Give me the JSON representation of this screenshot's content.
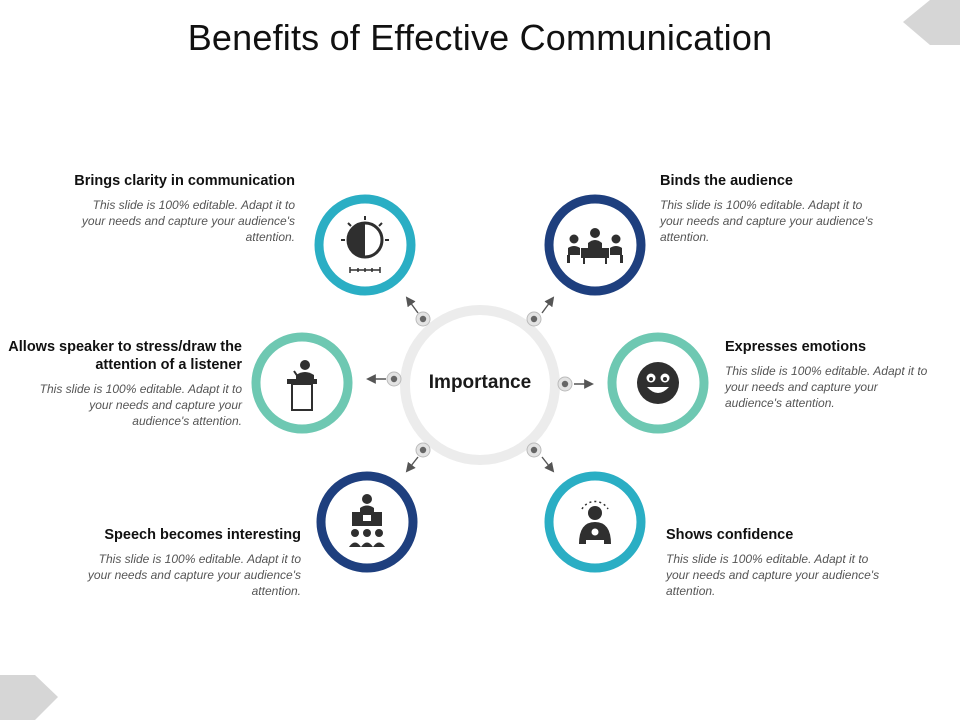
{
  "title": "Benefits of Effective Communication",
  "hub": {
    "label": "Importance"
  },
  "colors": {
    "teal": "#2aaec4",
    "navy": "#1e3f7e",
    "mint": "#6ec8b2",
    "hub_ring": "#ececec",
    "icon": "#2f2f2f",
    "decor": "#d6d6d6"
  },
  "benefits": [
    {
      "heading": "Brings clarity in communication",
      "description": "This slide is 100% editable. Adapt it to your needs and capture your audience's attention.",
      "icon": "contrast-icon",
      "ring_color": "teal"
    },
    {
      "heading": "Binds the audience",
      "description": "This slide is 100% editable. Adapt it to your needs and capture your audience's attention.",
      "icon": "meeting-table-icon",
      "ring_color": "navy"
    },
    {
      "heading": "Allows speaker to stress/draw the attention of a listener",
      "description": "This slide is 100% editable. Adapt it to your needs and capture your audience's attention.",
      "icon": "podium-speaker-icon",
      "ring_color": "mint"
    },
    {
      "heading": "Expresses emotions",
      "description": "This slide is 100% editable. Adapt it to your needs and capture your audience's attention.",
      "icon": "smiley-face-icon",
      "ring_color": "mint"
    },
    {
      "heading": "Speech becomes interesting",
      "description": "This slide is 100% editable. Adapt it to your needs and capture your audience's attention.",
      "icon": "presenter-audience-icon",
      "ring_color": "navy"
    },
    {
      "heading": "Shows confidence",
      "description": "This slide is 100% editable. Adapt it to your needs and capture your audience's attention.",
      "icon": "confident-person-icon",
      "ring_color": "teal"
    }
  ]
}
